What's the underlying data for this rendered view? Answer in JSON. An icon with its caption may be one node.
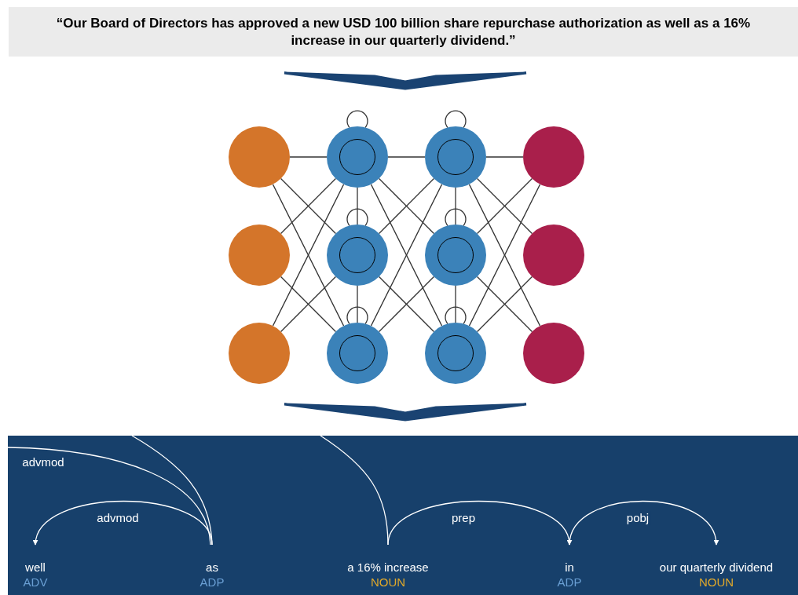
{
  "diagram": {
    "nodes": [
      {
        "text": [
          "“Our Board of Directors has approved a new USD 100 billion share repurchase authorization as well as a 16% increase in our quarterly dividend.”"
        ]
      },
      {
        "text": [],
        "shape": "circle"
      },
      {
        "text": [],
        "shape": "circle"
      },
      {
        "text": [],
        "shape": "circle"
      },
      {
        "text": [],
        "shape": "circle"
      },
      {
        "text": [],
        "shape": "circle"
      },
      {
        "text": [],
        "shape": "circle"
      },
      {
        "text": [],
        "shape": "circle"
      },
      {
        "text": [],
        "shape": "circle"
      },
      {
        "text": [],
        "shape": "circle"
      },
      {
        "text": [],
        "shape": "circle"
      },
      {
        "text": [],
        "shape": "circle"
      },
      {
        "text": [],
        "shape": "circle"
      },
      {
        "text": [],
        "shape": "box"
      },
      {
        "text": [
          "well",
          "ADV"
        ],
        "in": 13
      },
      {
        "text": [
          "as",
          "ADP"
        ],
        "in": 13
      },
      {
        "text": [
          "a 16% increase",
          "NOUN"
        ],
        "in": 13
      },
      {
        "text": [
          "in",
          "ADP"
        ],
        "in": 13
      },
      {
        "text": [
          "our quarterly dividend",
          "NOUN"
        ],
        "in": 13
      }
    ],
    "edges": [
      {
        "from": 1,
        "to": 4,
        "arrow": "none"
      },
      {
        "from": 1,
        "to": 5,
        "arrow": "none"
      },
      {
        "from": 1,
        "to": 6,
        "arrow": "none"
      },
      {
        "from": 2,
        "to": 4,
        "arrow": "none"
      },
      {
        "from": 2,
        "to": 6,
        "arrow": "none"
      },
      {
        "from": 3,
        "to": 4,
        "arrow": "none"
      },
      {
        "from": 3,
        "to": 5,
        "arrow": "none"
      },
      {
        "from": 4,
        "to": 4,
        "arrow": "none"
      },
      {
        "from": 5,
        "to": 5,
        "arrow": "none"
      },
      {
        "from": 6,
        "to": 6,
        "arrow": "none"
      },
      {
        "from": 4,
        "to": 5,
        "arrow": "none"
      },
      {
        "from": 5,
        "to": 6,
        "arrow": "none"
      },
      {
        "from": 4,
        "to": 7,
        "arrow": "none"
      },
      {
        "from": 4,
        "to": 8,
        "arrow": "none"
      },
      {
        "from": 4,
        "to": 9,
        "arrow": "none"
      },
      {
        "from": 5,
        "to": 7,
        "arrow": "none"
      },
      {
        "from": 5,
        "to": 9,
        "arrow": "none"
      },
      {
        "from": 6,
        "to": 7,
        "arrow": "none"
      },
      {
        "from": 6,
        "to": 8,
        "arrow": "none"
      },
      {
        "from": 7,
        "to": 7,
        "arrow": "none"
      },
      {
        "from": 8,
        "to": 8,
        "arrow": "none"
      },
      {
        "from": 9,
        "to": 9,
        "arrow": "none"
      },
      {
        "from": 7,
        "to": 8,
        "arrow": "none"
      },
      {
        "from": 8,
        "to": 9,
        "arrow": "none"
      },
      {
        "from": 7,
        "to": 10,
        "arrow": "none"
      },
      {
        "from": 7,
        "to": 11,
        "arrow": "none"
      },
      {
        "from": 7,
        "to": 12,
        "arrow": "none"
      },
      {
        "from": 8,
        "to": 10,
        "arrow": "none"
      },
      {
        "from": 8,
        "to": 12,
        "arrow": "none"
      },
      {
        "from": 9,
        "to": 10,
        "arrow": "none"
      },
      {
        "from": 9,
        "to": 11,
        "arrow": "none"
      },
      {
        "from": 0,
        "to": null,
        "arrow": "to",
        "style": "thick",
        "color": "#1a4372"
      },
      {
        "from": null,
        "to": 13,
        "arrow": "to",
        "style": "thick",
        "color": "#1a4372"
      },
      {
        "from": 15,
        "to": 14,
        "arrow": "to",
        "label": "advmod",
        "color": "#ffffff"
      },
      {
        "from": 15,
        "to": null,
        "arrow": "none",
        "label": "advmod",
        "color": "#ffffff"
      },
      {
        "from": 15,
        "to": null,
        "arrow": "none",
        "color": "#ffffff"
      },
      {
        "from": 16,
        "to": null,
        "arrow": "none",
        "color": "#ffffff"
      },
      {
        "from": 16,
        "to": 17,
        "arrow": "to",
        "label": "prep",
        "color": "#ffffff"
      },
      {
        "from": 17,
        "to": 18,
        "arrow": "to",
        "label": "pobj",
        "color": "#ffffff"
      }
    ]
  }
}
